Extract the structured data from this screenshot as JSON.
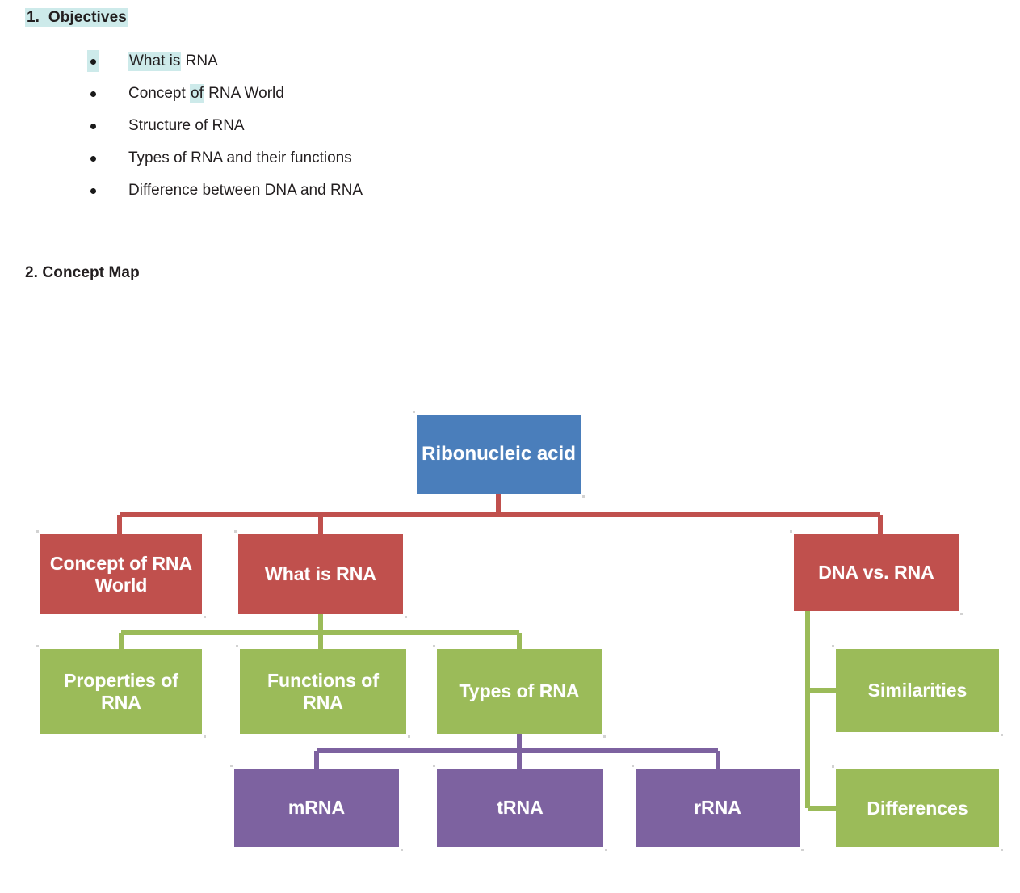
{
  "document": {
    "section1": {
      "number": "1.",
      "title": "Objectives",
      "bullets": [
        {
          "pre": "What is",
          "post": " RNA",
          "highlight": "pre",
          "bullet_highlighted": true
        },
        {
          "pre": "Concept ",
          "mid": "of",
          "post": " RNA World",
          "highlight": "mid",
          "bullet_highlighted": false
        },
        {
          "pre": "Structure of RNA",
          "highlight": "none",
          "bullet_highlighted": false
        },
        {
          "pre": "Types of RNA and their functions",
          "highlight": "none",
          "bullet_highlighted": false
        },
        {
          "pre": "Difference between DNA and RNA",
          "highlight": "none",
          "bullet_highlighted": false
        }
      ]
    },
    "section2": {
      "heading": "2. Concept Map"
    }
  },
  "colors": {
    "highlight": "#cdeaea",
    "blue": "#4a7ebb",
    "red": "#c0504d",
    "green": "#9bbb59",
    "purple": "#7d62a0",
    "text_dark": "#231f20",
    "node_text": "#ffffff"
  },
  "concept_map": {
    "type": "tree-diagram",
    "root": "Ribonucleic acid",
    "nodes": [
      {
        "id": "root",
        "label": "Ribonucleic acid",
        "color": "blue",
        "level": 0
      },
      {
        "id": "concept",
        "label": "Concept of RNA World",
        "color": "red",
        "level": 1
      },
      {
        "id": "whatis",
        "label": "What is RNA",
        "color": "red",
        "level": 1
      },
      {
        "id": "dnavsrna",
        "label": "DNA vs. RNA",
        "color": "red",
        "level": 1
      },
      {
        "id": "properties",
        "label": "Properties of RNA",
        "color": "green",
        "level": 2
      },
      {
        "id": "functions",
        "label": "Functions of RNA",
        "color": "green",
        "level": 2
      },
      {
        "id": "types",
        "label": "Types of RNA",
        "color": "green",
        "level": 2
      },
      {
        "id": "similarities",
        "label": "Similarities",
        "color": "green",
        "level": 2
      },
      {
        "id": "differences",
        "label": "Differences",
        "color": "green",
        "level": 2
      },
      {
        "id": "mrna",
        "label": "mRNA",
        "color": "purple",
        "level": 3
      },
      {
        "id": "trna",
        "label": "tRNA",
        "color": "purple",
        "level": 3
      },
      {
        "id": "rrna",
        "label": "rRNA",
        "color": "purple",
        "level": 3
      }
    ],
    "edges": [
      {
        "from": "root",
        "to": "concept",
        "color": "red"
      },
      {
        "from": "root",
        "to": "whatis",
        "color": "red"
      },
      {
        "from": "root",
        "to": "dnavsrna",
        "color": "red"
      },
      {
        "from": "whatis",
        "to": "properties",
        "color": "green"
      },
      {
        "from": "whatis",
        "to": "functions",
        "color": "green"
      },
      {
        "from": "whatis",
        "to": "types",
        "color": "green"
      },
      {
        "from": "dnavsrna",
        "to": "similarities",
        "color": "green"
      },
      {
        "from": "dnavsrna",
        "to": "differences",
        "color": "green"
      },
      {
        "from": "types",
        "to": "mrna",
        "color": "purple"
      },
      {
        "from": "types",
        "to": "trna",
        "color": "purple"
      },
      {
        "from": "types",
        "to": "rrna",
        "color": "purple"
      }
    ]
  }
}
